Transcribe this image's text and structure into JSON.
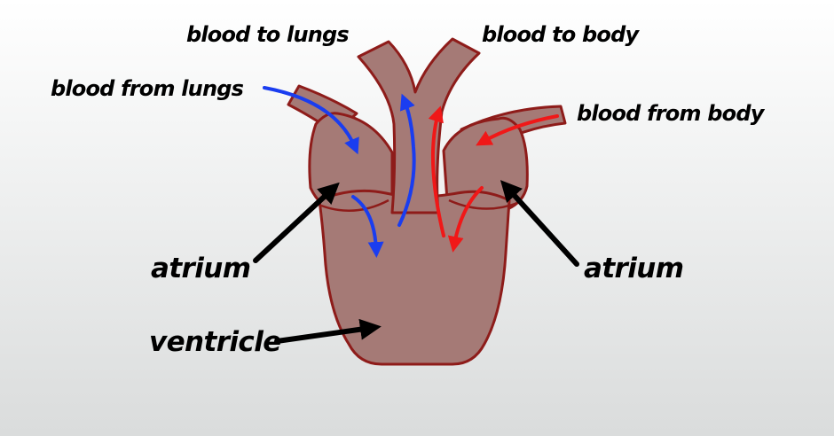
{
  "labels": {
    "blood_to_lungs": "blood to lungs",
    "blood_to_body": "blood to body",
    "blood_from_lungs": "blood from lungs",
    "blood_from_body": "blood from body",
    "atrium_left": "atrium",
    "atrium_right": "atrium",
    "ventricle": "ventricle"
  },
  "colors": {
    "heart_fill": "#a57a76",
    "heart_outline": "#8e1c1a",
    "oxygenated_flow": "#1a3df0",
    "deoxygenated_flow": "#f01818",
    "pointer": "#000000"
  },
  "icons": {
    "pointer": "arrow-icon",
    "flow": "curved-arrow-icon"
  }
}
